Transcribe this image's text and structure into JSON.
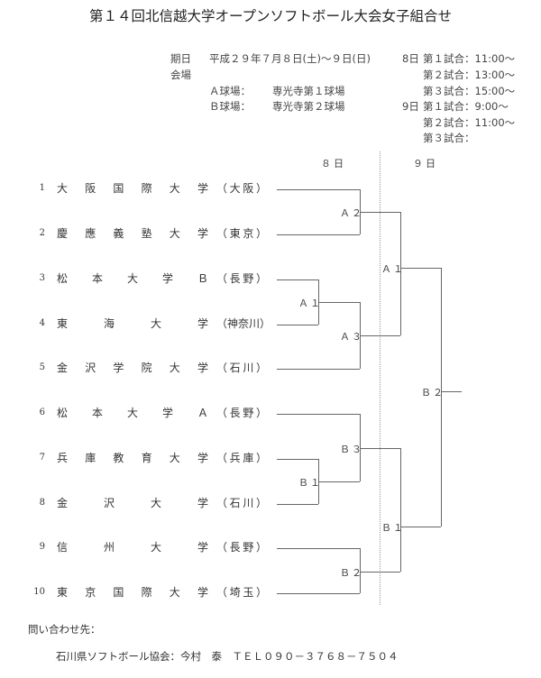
{
  "title": "第１４回北信越大学オープンソフトボール大会女子組合せ",
  "info": {
    "date_label": "期日",
    "date_value": "平成２９年７月８日(土)～９日(日)",
    "venue_label": "会場",
    "venues": [
      {
        "label": "Ａ球場：",
        "value": "専光寺第１球場"
      },
      {
        "label": "Ｂ球場：",
        "value": "専光寺第２球場"
      }
    ],
    "schedule": [
      {
        "day": "8日",
        "games": [
          "第１試合：11:00～",
          "第２試合：13:00～",
          "第３試合：15:00～"
        ]
      },
      {
        "day": "9日",
        "games": [
          "第１試合：9:00～",
          "第２試合：11:00～",
          "第３試合："
        ]
      }
    ]
  },
  "bracket": {
    "day_headers": [
      "８日",
      "９日"
    ],
    "teams": [
      {
        "num": "1",
        "name": [
          "大",
          "阪",
          "国",
          "際",
          "大",
          "学"
        ],
        "pref": [
          "（",
          "大",
          "阪",
          "）"
        ]
      },
      {
        "num": "2",
        "name": [
          "慶",
          "應",
          "義",
          "塾",
          "大",
          "学"
        ],
        "pref": [
          "（",
          "東",
          "京",
          "）"
        ]
      },
      {
        "num": "3",
        "name": [
          "松",
          "本",
          "大",
          "学",
          "Ｂ"
        ],
        "pref": [
          "（",
          "長",
          "野",
          "）"
        ]
      },
      {
        "num": "4",
        "name": [
          "東",
          "海",
          "大",
          "学"
        ],
        "pref": [
          "（神奈川）"
        ]
      },
      {
        "num": "5",
        "name": [
          "金",
          "沢",
          "学",
          "院",
          "大",
          "学"
        ],
        "pref": [
          "（",
          "石",
          "川",
          "）"
        ]
      },
      {
        "num": "6",
        "name": [
          "松",
          "本",
          "大",
          "学",
          "Ａ"
        ],
        "pref": [
          "（",
          "長",
          "野",
          "）"
        ]
      },
      {
        "num": "7",
        "name": [
          "兵",
          "庫",
          "教",
          "育",
          "大",
          "学"
        ],
        "pref": [
          "（",
          "兵",
          "庫",
          "）"
        ]
      },
      {
        "num": "8",
        "name": [
          "金",
          "沢",
          "大",
          "学"
        ],
        "pref": [
          "（",
          "石",
          "川",
          "）"
        ]
      },
      {
        "num": "9",
        "name": [
          "信",
          "州",
          "大",
          "学"
        ],
        "pref": [
          "（",
          "長",
          "野",
          "）"
        ]
      },
      {
        "num": "10",
        "name": [
          "東",
          "京",
          "国",
          "際",
          "大",
          "学"
        ],
        "pref": [
          "（",
          "埼",
          "玉",
          "）"
        ]
      }
    ],
    "matches": {
      "r1_a": "Ａ１",
      "r1_b": "Ｂ１",
      "r2_a2": "Ａ２",
      "r2_a3": "Ａ３",
      "r2_b3": "Ｂ３",
      "r2_b2": "Ｂ２",
      "semi_a": "Ａ１",
      "semi_b": "Ｂ１",
      "final": "Ｂ２"
    }
  },
  "contact": {
    "heading": "問い合わせ先：",
    "line": "石川県ソフトボール協会：今村　泰　ＴＥＬ０９０－３７６８－７５０４"
  }
}
